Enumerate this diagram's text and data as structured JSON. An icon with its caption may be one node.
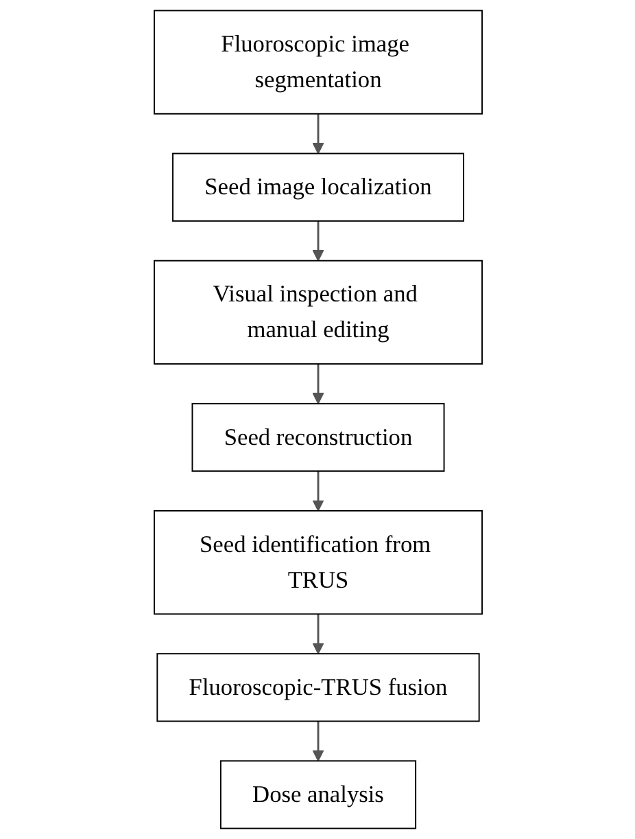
{
  "diagram": {
    "nodes": [
      {
        "text": [
          "Fluoroscopic image segmentation"
        ]
      },
      {
        "text": [
          "Seed image localization"
        ]
      },
      {
        "text": [
          "Visual inspection and manual editing"
        ]
      },
      {
        "text": [
          "Seed reconstruction"
        ]
      },
      {
        "text": [
          "Seed identification from TRUS"
        ]
      },
      {
        "text": [
          "Fluoroscopic-TRUS fusion"
        ]
      },
      {
        "text": [
          "Dose analysis"
        ]
      }
    ],
    "edges": [
      {
        "from": 0,
        "to": 1,
        "arrow": "to"
      },
      {
        "from": 1,
        "to": 2,
        "arrow": "to"
      },
      {
        "from": 2,
        "to": 3,
        "arrow": "to"
      },
      {
        "from": 3,
        "to": 4,
        "arrow": "to"
      },
      {
        "from": 4,
        "to": 5,
        "arrow": "to"
      },
      {
        "from": 5,
        "to": 6,
        "arrow": "to"
      }
    ]
  }
}
